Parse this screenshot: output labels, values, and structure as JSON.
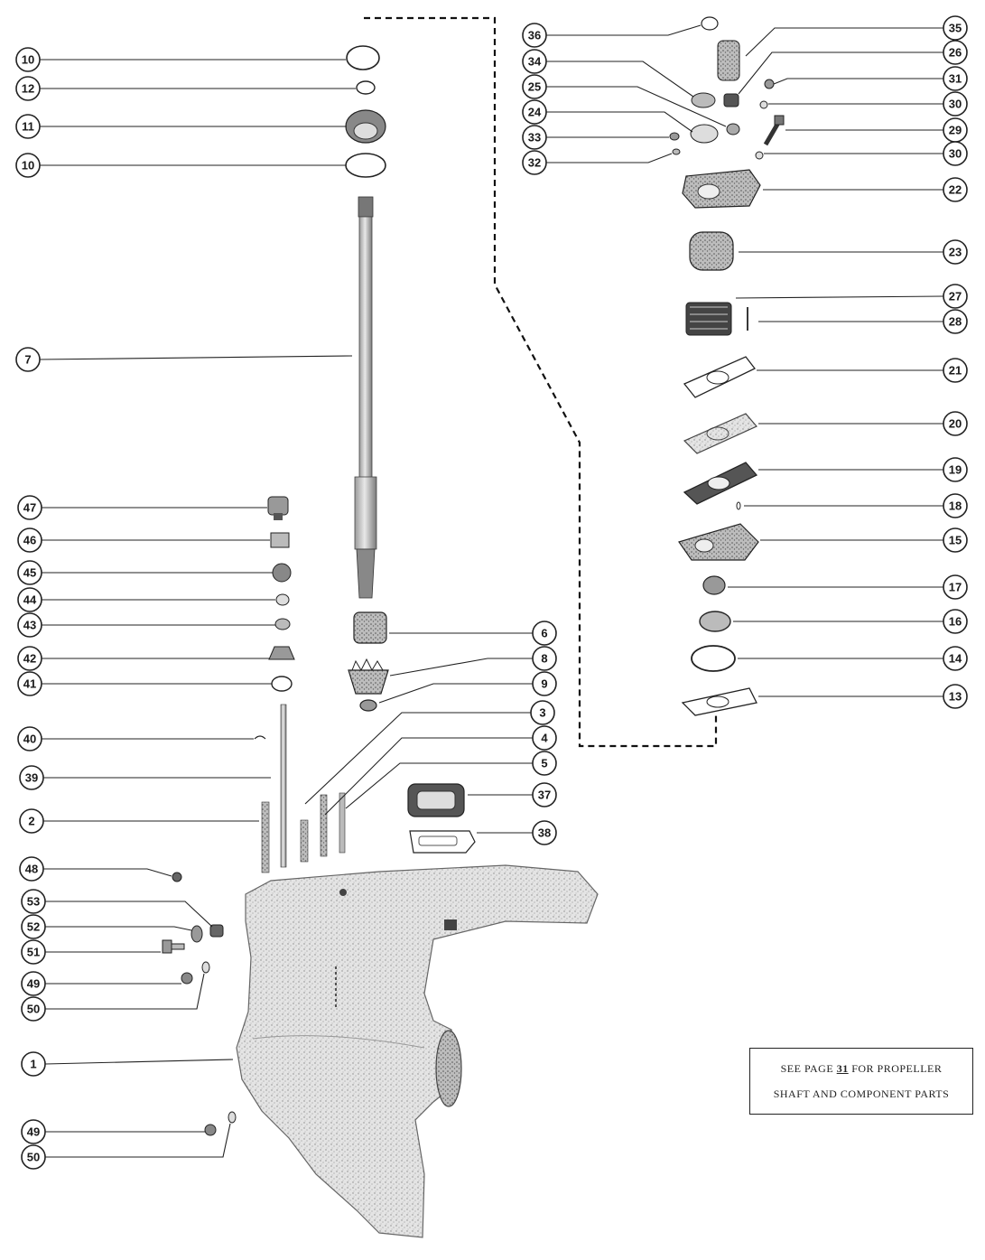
{
  "note": {
    "line1_pre": "SEE PAGE",
    "page": "31",
    "line1_post": "FOR PROPELLER",
    "line2": "SHAFT AND COMPONENT PARTS"
  },
  "callouts": [
    {
      "id": "c10a",
      "label": "10"
    },
    {
      "id": "c12",
      "label": "12"
    },
    {
      "id": "c11",
      "label": "11"
    },
    {
      "id": "c10b",
      "label": "10"
    },
    {
      "id": "c7",
      "label": "7"
    },
    {
      "id": "c47",
      "label": "47"
    },
    {
      "id": "c46",
      "label": "46"
    },
    {
      "id": "c45",
      "label": "45"
    },
    {
      "id": "c44",
      "label": "44"
    },
    {
      "id": "c43",
      "label": "43"
    },
    {
      "id": "c42",
      "label": "42"
    },
    {
      "id": "c41",
      "label": "41"
    },
    {
      "id": "c40",
      "label": "40"
    },
    {
      "id": "c39",
      "label": "39"
    },
    {
      "id": "c2",
      "label": "2"
    },
    {
      "id": "c48",
      "label": "48"
    },
    {
      "id": "c53",
      "label": "53"
    },
    {
      "id": "c52",
      "label": "52"
    },
    {
      "id": "c51",
      "label": "51"
    },
    {
      "id": "c49a",
      "label": "49"
    },
    {
      "id": "c50a",
      "label": "50"
    },
    {
      "id": "c1",
      "label": "1"
    },
    {
      "id": "c49b",
      "label": "49"
    },
    {
      "id": "c50b",
      "label": "50"
    },
    {
      "id": "c36",
      "label": "36"
    },
    {
      "id": "c34",
      "label": "34"
    },
    {
      "id": "c25",
      "label": "25"
    },
    {
      "id": "c24",
      "label": "24"
    },
    {
      "id": "c33",
      "label": "33"
    },
    {
      "id": "c32",
      "label": "32"
    },
    {
      "id": "c35",
      "label": "35"
    },
    {
      "id": "c26",
      "label": "26"
    },
    {
      "id": "c31",
      "label": "31"
    },
    {
      "id": "c30a",
      "label": "30"
    },
    {
      "id": "c29",
      "label": "29"
    },
    {
      "id": "c30b",
      "label": "30"
    },
    {
      "id": "c22",
      "label": "22"
    },
    {
      "id": "c23",
      "label": "23"
    },
    {
      "id": "c27",
      "label": "27"
    },
    {
      "id": "c28",
      "label": "28"
    },
    {
      "id": "c21",
      "label": "21"
    },
    {
      "id": "c20",
      "label": "20"
    },
    {
      "id": "c19",
      "label": "19"
    },
    {
      "id": "c18",
      "label": "18"
    },
    {
      "id": "c15",
      "label": "15"
    },
    {
      "id": "c17",
      "label": "17"
    },
    {
      "id": "c16",
      "label": "16"
    },
    {
      "id": "c14",
      "label": "14"
    },
    {
      "id": "c13",
      "label": "13"
    },
    {
      "id": "c6",
      "label": "6"
    },
    {
      "id": "c8",
      "label": "8"
    },
    {
      "id": "c9",
      "label": "9"
    },
    {
      "id": "c3",
      "label": "3"
    },
    {
      "id": "c4",
      "label": "4"
    },
    {
      "id": "c5",
      "label": "5"
    },
    {
      "id": "c37",
      "label": "37"
    },
    {
      "id": "c38",
      "label": "38"
    }
  ]
}
